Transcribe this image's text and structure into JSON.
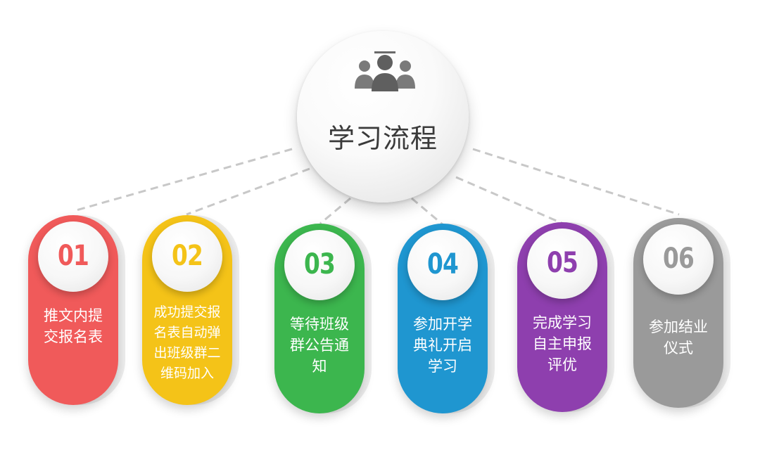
{
  "title": "学习流程",
  "hub_icon": "people-group-icon",
  "steps": [
    {
      "number": "01",
      "lines": [
        "推文内提",
        "交报名表"
      ],
      "color": "#f05a5a"
    },
    {
      "number": "02",
      "lines": [
        "成功提交报",
        "名表自动弹",
        "出班级群二",
        "维码加入"
      ],
      "color": "#f4c318"
    },
    {
      "number": "03",
      "lines": [
        "等待班级",
        "群公告通",
        "知"
      ],
      "color": "#3cb64e"
    },
    {
      "number": "04",
      "lines": [
        "参加开学",
        "典礼开启",
        "学习"
      ],
      "color": "#1f96d0"
    },
    {
      "number": "05",
      "lines": [
        "完成学习",
        "自主申报",
        "评优"
      ],
      "color": "#8e3fae"
    },
    {
      "number": "06",
      "lines": [
        "参加结业",
        "仪式"
      ],
      "color": "#9a9a9a"
    }
  ]
}
